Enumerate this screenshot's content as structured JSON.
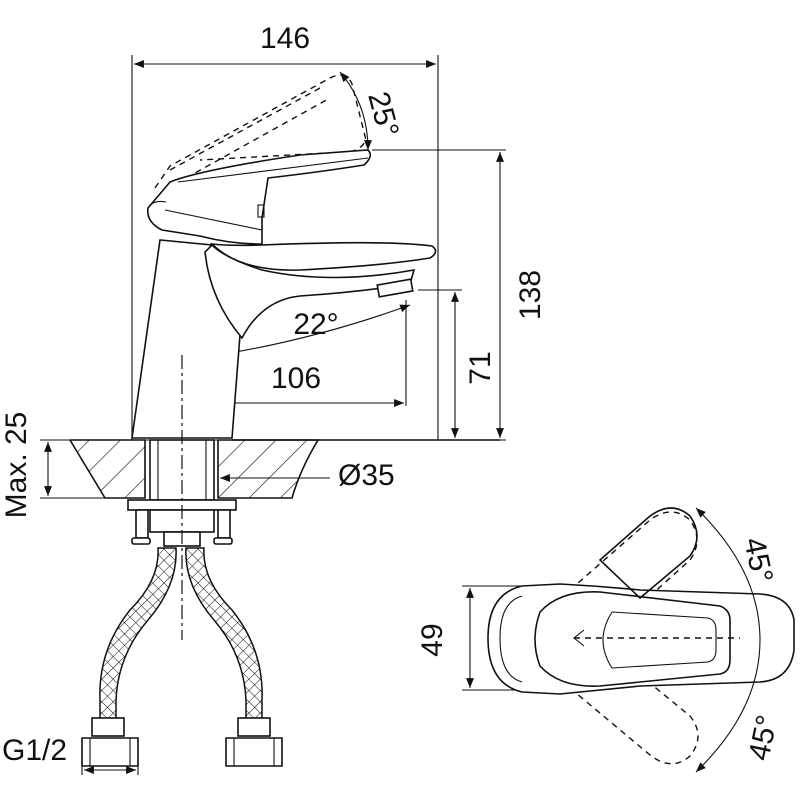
{
  "dimensions": {
    "overall_width": "146",
    "overall_height": "138",
    "spout_height": "71",
    "spout_reach": "106",
    "handle_lift_angle": "25°",
    "spout_angle": "22°",
    "deck_thickness": "Max. 25",
    "hole_diameter": "Ø35",
    "connection_thread": "G1/2",
    "top_view_width": "49",
    "rotation_angle_top": "45°",
    "rotation_angle_bottom": "45°"
  },
  "colors": {
    "line": "#111111",
    "background": "#ffffff"
  }
}
